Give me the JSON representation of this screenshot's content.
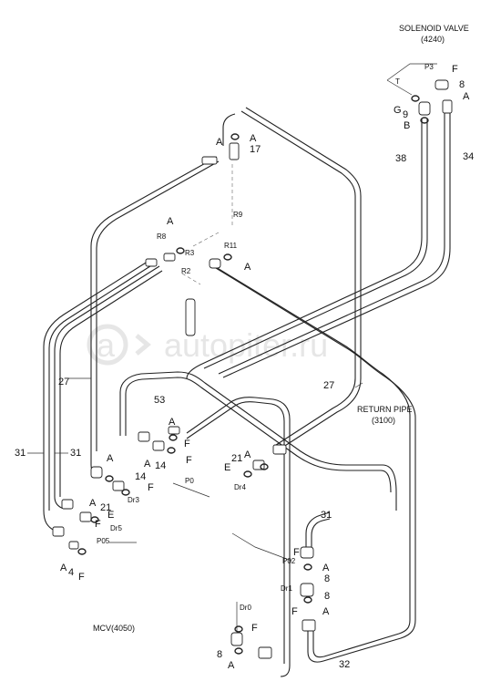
{
  "labels": {
    "solenoid_title": "SOLENOID VALVE",
    "solenoid_code": "(4240)",
    "return_title": "RETURN PIPE",
    "return_code": "(3100)",
    "mcv": "MCV(4050)",
    "watermark": "autopiter.ru",
    "p3": "P3",
    "f_top": "F",
    "n8_top": "8",
    "t": "T",
    "g": "G",
    "n9": "9",
    "a_top": "A",
    "b": "B",
    "n38": "38",
    "n34": "34",
    "a17a": "A",
    "a17b": "A",
    "n17": "17",
    "r9": "R9",
    "a_r8": "A",
    "r8": "R8",
    "r3": "R3",
    "r11": "R11",
    "a_r11": "A",
    "r2": "R2",
    "n27_left": "27",
    "n27_right": "27",
    "n53": "53",
    "a_53": "A",
    "f_53": "F",
    "a14l": "A",
    "a14r": "A",
    "n14a": "14",
    "f14": "F",
    "n14b": "14",
    "f14b": "F",
    "p0": "P0",
    "dr3": "Dr3",
    "e_dr4": "E",
    "n21_dr4": "21",
    "a_dr4": "A",
    "dr4": "Dr4",
    "n31_a": "31",
    "n31_b": "31",
    "n31_c": "31",
    "a21": "A",
    "n21": "21",
    "e21": "E",
    "f21": "F",
    "dr5": "Dr5",
    "p05": "P05",
    "a4": "A",
    "n4": "4",
    "f4": "F",
    "f_p02": "F",
    "p02": "P02",
    "a_p02": "A",
    "n8_p02": "8",
    "dr1": "Dr1",
    "n8_dr1": "8",
    "f_dr1": "F",
    "a_dr1": "A",
    "dr0": "Dr0",
    "f_dr0": "F",
    "n8_dr0": "8",
    "a_dr0": "A",
    "n32": "32"
  }
}
